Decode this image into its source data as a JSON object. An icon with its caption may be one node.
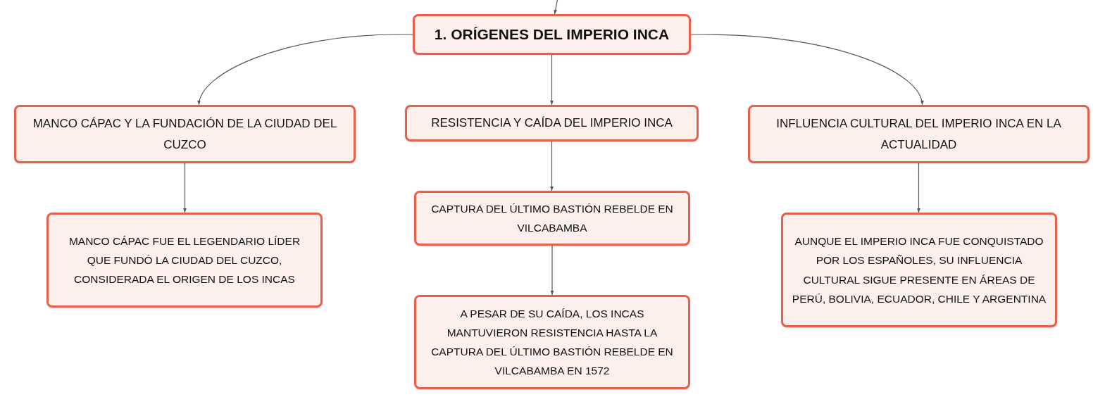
{
  "diagram": {
    "nodes": [
      {
        "text": [
          "1. ORÍGENES DEL IMPERIO INCA"
        ]
      },
      {
        "text": [
          "MANCO CÁPAC Y LA FUNDACIÓN DE LA CIUDAD DEL CUZCO"
        ]
      },
      {
        "text": [
          "RESISTENCIA Y CAÍDA DEL IMPERIO INCA"
        ]
      },
      {
        "text": [
          "INFLUENCIA CULTURAL DEL IMPERIO INCA EN LA ACTUALIDAD"
        ]
      },
      {
        "text": [
          "MANCO CÁPAC FUE EL LEGENDARIO LÍDER QUE FUNDÓ LA CIUDAD DEL CUZCO, CONSIDERADA EL ORIGEN DE LOS INCAS"
        ]
      },
      {
        "text": [
          "CAPTURA DEL ÚLTIMO BASTIÓN REBELDE EN VILCABAMBA"
        ]
      },
      {
        "text": [
          "A PESAR DE SU CAÍDA, LOS INCAS MANTUVIERON RESISTENCIA HASTA LA CAPTURA DEL ÚLTIMO BASTIÓN REBELDE EN VILCABAMBA EN 1572"
        ]
      },
      {
        "text": [
          "AUNQUE EL IMPERIO INCA FUE CONQUISTADO POR LOS ESPAÑOLES, SU INFLUENCIA CULTURAL SIGUE PRESENTE EN ÁREAS DE PERÚ, BOLIVIA, ECUADOR, CHILE Y ARGENTINA"
        ]
      }
    ],
    "edges": [
      {
        "from": null,
        "to": 0,
        "arrow": "to"
      },
      {
        "from": 0,
        "to": 1,
        "arrow": "to"
      },
      {
        "from": 0,
        "to": 2,
        "arrow": "to"
      },
      {
        "from": 0,
        "to": 3,
        "arrow": "to"
      },
      {
        "from": 1,
        "to": 4,
        "arrow": "to"
      },
      {
        "from": 2,
        "to": 5,
        "arrow": "to"
      },
      {
        "from": 5,
        "to": 6,
        "arrow": "to"
      },
      {
        "from": 3,
        "to": 7,
        "arrow": "to"
      }
    ]
  }
}
